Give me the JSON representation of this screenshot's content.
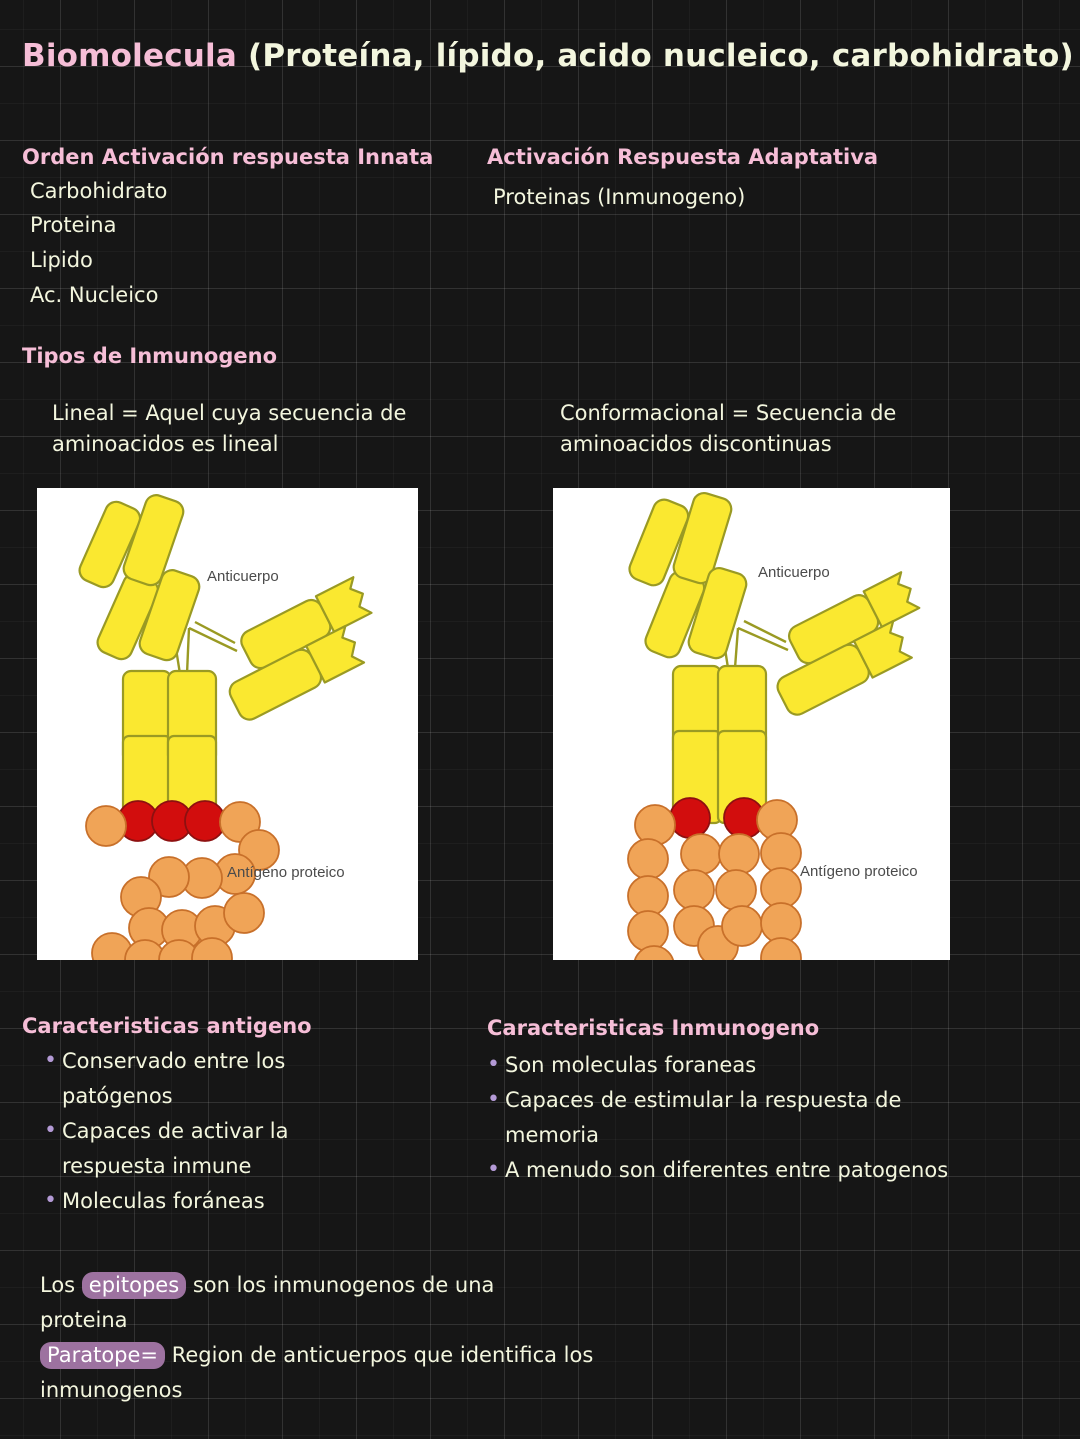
{
  "page": {
    "background_color": "#161616",
    "grid_line_color": "rgba(255,255,255,0.085)",
    "accent_pink": "#f6bed7",
    "text_cream": "#f3f6de",
    "bullet_purple": "#b49ad6",
    "highlight_purple": "#9d72a0"
  },
  "title": {
    "emphasis": "Biomolecula",
    "rest": " (Proteína, lípido, acido nucleico, carbohidrato)"
  },
  "innate": {
    "heading": "Orden Activación respuesta Innata",
    "items": [
      "Carbohidrato",
      "Proteina",
      "Lipido",
      "Ac. Nucleico"
    ]
  },
  "adaptive": {
    "heading": "Activación Respuesta Adaptativa",
    "items": [
      "Proteinas (Inmunogeno)"
    ]
  },
  "types": {
    "heading": "Tipos de Inmunogeno",
    "linear": "Lineal = Aquel cuya secuencia de aminoacidos es lineal",
    "conformational": "Conformacional = Secuencia de aminoacidos discontinuas"
  },
  "figures": {
    "left": {
      "antibody_label": "Anticuerpo",
      "antigen_label": "Antígeno proteico",
      "antibody_fill": "#fae830",
      "antibody_stroke": "#9a9a23",
      "bead_fill": "#f0a457",
      "bead_stroke": "#c8702a",
      "epitope_fill": "#d20d0d",
      "epitope_stroke": "#8d1010",
      "epitope_beads": 3
    },
    "right": {
      "antibody_label": "Anticuerpo",
      "antigen_label": "Antígeno proteico",
      "antibody_fill": "#fae830",
      "antibody_stroke": "#9a9a23",
      "bead_fill": "#f0a457",
      "bead_stroke": "#c8702a",
      "epitope_fill": "#d20d0d",
      "epitope_stroke": "#8d1010",
      "epitope_beads": 2
    }
  },
  "antigen_chars": {
    "heading": "Caracteristicas antigeno",
    "items": [
      "Conservado entre los patógenos",
      "Capaces de activar la respuesta inmune",
      "Moleculas foráneas"
    ]
  },
  "immunogen_chars": {
    "heading": "Caracteristicas Inmunogeno",
    "items": [
      "Son moleculas foraneas",
      "Capaces de estimular la respuesta de memoria",
      "A menudo son diferentes entre patogenos"
    ]
  },
  "note": {
    "line1_pre": "Los ",
    "line1_hl": "epitopes",
    "line1_post": " son los inmunogenos de una proteina",
    "line2_hl": "Paratope=",
    "line2_post": " Region de anticuerpos que identifica los inmunogenos"
  }
}
